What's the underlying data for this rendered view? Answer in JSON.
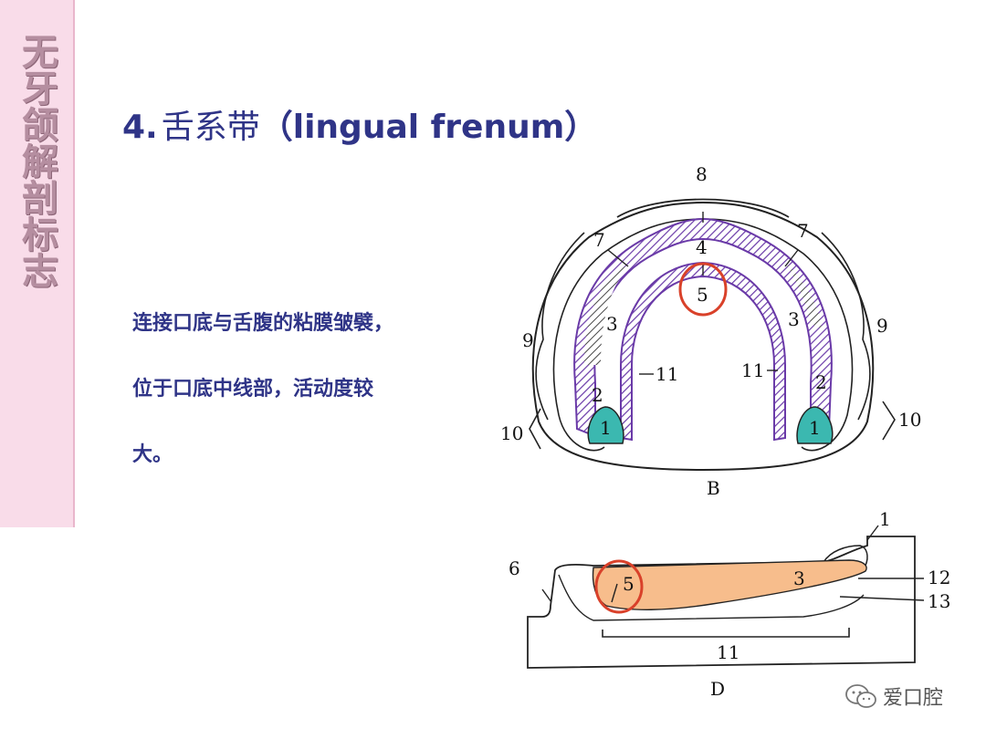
{
  "sidebar": {
    "title": "无牙颌解剖标志"
  },
  "slide": {
    "title_number": "4.",
    "title_cn": "舌系带",
    "title_en": "（lingual frenum）",
    "body_lines": [
      "连接口底与舌腹的粘膜皱襞，",
      "位于口底中线部，活动度较",
      "大。"
    ]
  },
  "diagram_b": {
    "caption": "B",
    "labels": {
      "l8": "8",
      "l7a": "7",
      "l7b": "7",
      "l4": "4",
      "l5": "5",
      "l3a": "3",
      "l3b": "3",
      "l9a": "9",
      "l9b": "9",
      "l11a": "11",
      "l11b": "11",
      "l2a": "2",
      "l2b": "2",
      "l1a": "1",
      "l1b": "1",
      "l10a": "10",
      "l10b": "10"
    }
  },
  "diagram_d": {
    "caption": "D",
    "labels": {
      "l1": "1",
      "l6": "6",
      "l5": "5",
      "l3": "3",
      "l12": "12",
      "l13": "13",
      "l11": "11"
    }
  },
  "colors": {
    "accent_purple": "#6a3aa8",
    "pad_teal": "#3bb8b0",
    "tongue_orange": "#f7bd8c",
    "highlight_red": "#d9412a",
    "title_blue": "#2f3487",
    "sidebar_pink": "#f9dce9"
  },
  "watermark": {
    "text": "爱口腔"
  }
}
